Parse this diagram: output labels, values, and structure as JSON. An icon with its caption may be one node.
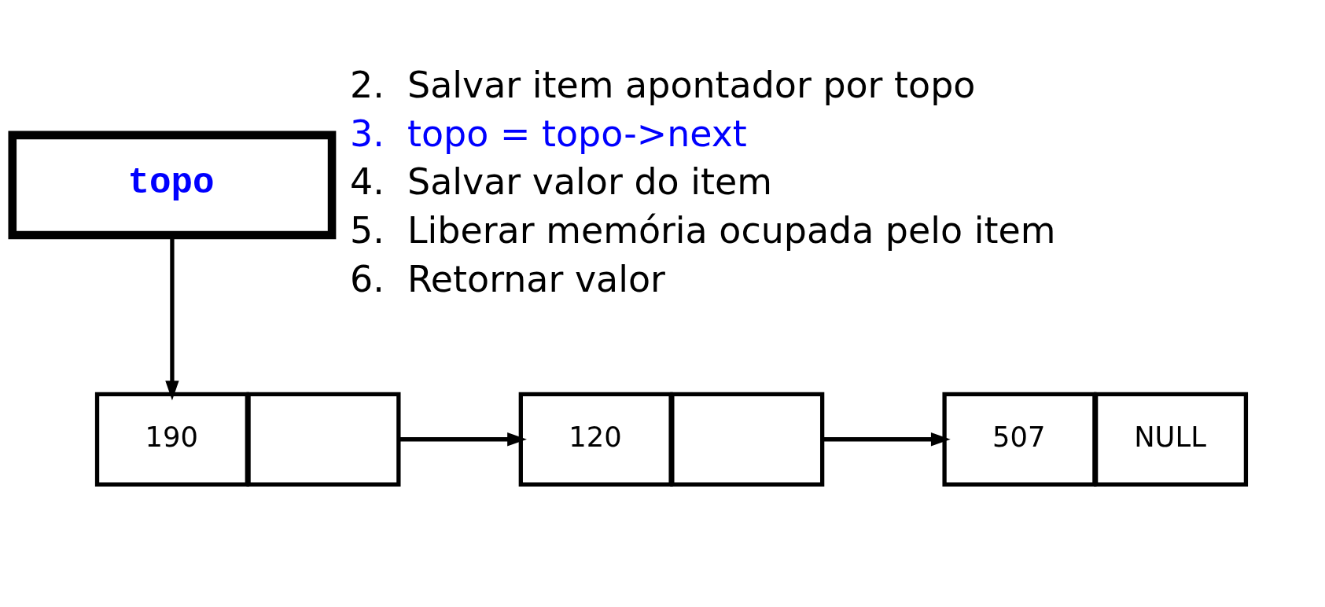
{
  "diagram": {
    "nodes": [
      {
        "text": [
          "topo"
        ]
      },
      {
        "text": [
          "190"
        ]
      },
      {
        "text": [],
        "shape": "box"
      },
      {
        "text": [
          "120"
        ]
      },
      {
        "text": [],
        "shape": "box"
      },
      {
        "text": [
          "507"
        ]
      },
      {
        "text": [
          "NULL"
        ]
      }
    ],
    "edges": [
      {
        "from": 0,
        "to": 1,
        "arrow": "to"
      },
      {
        "from": 2,
        "to": 3,
        "arrow": "to"
      },
      {
        "from": 4,
        "to": 5,
        "arrow": "to"
      }
    ],
    "labels": [
      "2.  Salvar item apontador por topo",
      "3.  topo = topo->next",
      "4.  Salvar valor do item",
      "5.  Liberar memória ocupada pelo item",
      "6.  Retornar valor"
    ]
  }
}
